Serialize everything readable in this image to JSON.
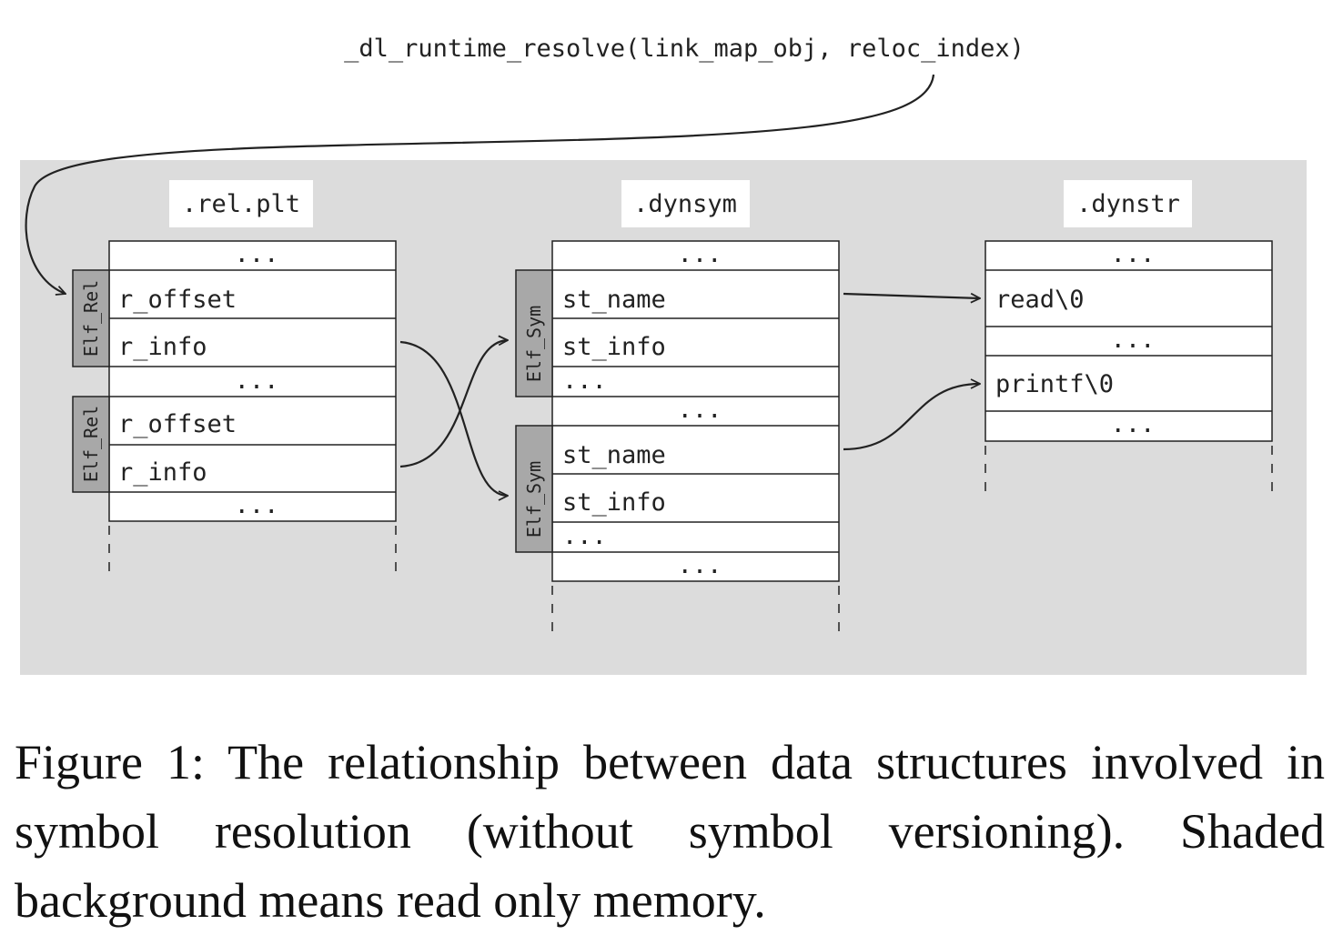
{
  "call": "_dl_runtime_resolve(link_map_obj, reloc_index)",
  "sections": {
    "relplt": {
      "title": ".rel.plt",
      "ellipsis": "...",
      "group_label": "Elf_Rel",
      "fields": [
        "r_offset",
        "r_info"
      ]
    },
    "dynsym": {
      "title": ".dynsym",
      "ellipsis": "...",
      "group_label": "Elf_Sym",
      "fields": [
        "st_name",
        "st_info",
        "..."
      ]
    },
    "dynstr": {
      "title": ".dynstr",
      "ellipsis": "...",
      "strings": [
        "read\\0",
        "printf\\0"
      ]
    }
  },
  "caption": "Figure 1: The relationship between data structures involved in symbol resolution (without symbol versioning). Shaded background means read only memory.",
  "colors": {
    "readonly_background": "#dcdcdc",
    "label_tab": "#a8a8a8",
    "box_fill": "#ffffff",
    "stroke": "#222222"
  }
}
